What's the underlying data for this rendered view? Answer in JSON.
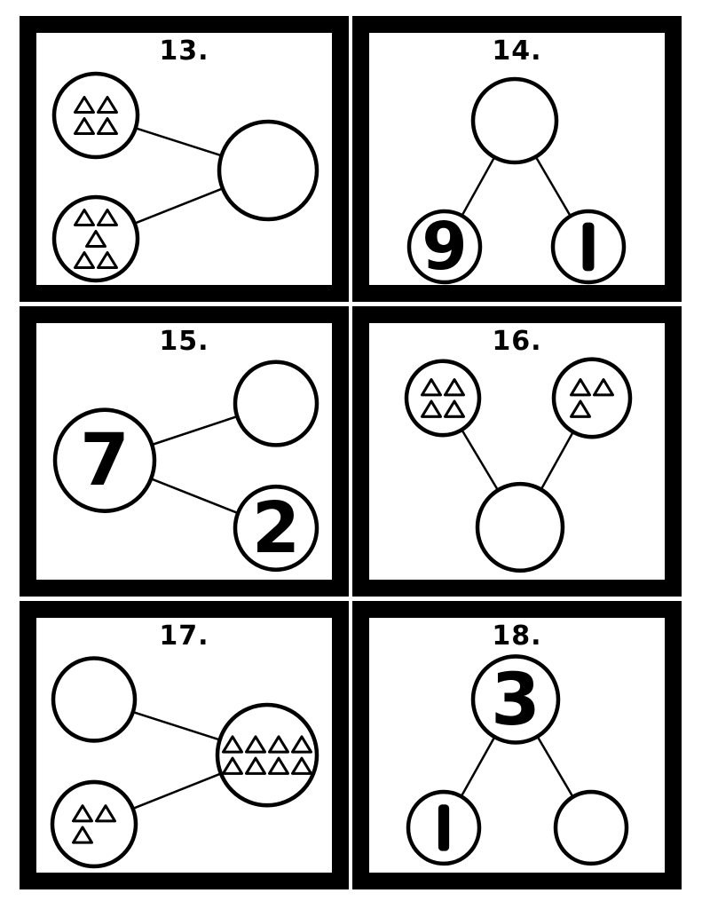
{
  "page": {
    "background_color": "#ffffff",
    "card_border_color": "#000000",
    "ink_color": "#000000",
    "description": "Number bond worksheet cards 13-18"
  },
  "cards": [
    {
      "number_label": "13.",
      "bond": {
        "nodes": [
          {
            "key": "a",
            "role": "part",
            "content": "triangles",
            "triangle_count": 4,
            "triangle_rows": [
              2,
              2
            ]
          },
          {
            "key": "b",
            "role": "part",
            "content": "triangles",
            "triangle_count": 5,
            "triangle_rows": [
              2,
              1,
              2
            ]
          },
          {
            "key": "c",
            "role": "whole",
            "content": "empty"
          }
        ],
        "links": [
          [
            "a",
            "c"
          ],
          [
            "b",
            "c"
          ]
        ]
      }
    },
    {
      "number_label": "14.",
      "bond": {
        "nodes": [
          {
            "key": "a",
            "role": "whole",
            "content": "empty"
          },
          {
            "key": "b",
            "role": "part",
            "content": "number",
            "value": "9"
          },
          {
            "key": "c",
            "role": "part",
            "content": "number",
            "value": "1"
          }
        ],
        "links": [
          [
            "a",
            "b"
          ],
          [
            "a",
            "c"
          ]
        ]
      }
    },
    {
      "number_label": "15.",
      "bond": {
        "nodes": [
          {
            "key": "a",
            "role": "whole",
            "content": "number",
            "value": "7"
          },
          {
            "key": "b",
            "role": "part",
            "content": "empty"
          },
          {
            "key": "c",
            "role": "part",
            "content": "number",
            "value": "2"
          }
        ],
        "links": [
          [
            "a",
            "b"
          ],
          [
            "a",
            "c"
          ]
        ]
      }
    },
    {
      "number_label": "16.",
      "bond": {
        "nodes": [
          {
            "key": "a",
            "role": "part",
            "content": "triangles",
            "triangle_count": 4,
            "triangle_rows": [
              2,
              2
            ]
          },
          {
            "key": "b",
            "role": "part",
            "content": "triangles",
            "triangle_count": 3,
            "triangle_rows": [
              2,
              1
            ]
          },
          {
            "key": "c",
            "role": "whole",
            "content": "empty"
          }
        ],
        "links": [
          [
            "a",
            "c"
          ],
          [
            "b",
            "c"
          ]
        ]
      }
    },
    {
      "number_label": "17.",
      "bond": {
        "nodes": [
          {
            "key": "a",
            "role": "part",
            "content": "empty"
          },
          {
            "key": "b",
            "role": "part",
            "content": "triangles",
            "triangle_count": 3,
            "triangle_rows": [
              2,
              1
            ]
          },
          {
            "key": "c",
            "role": "whole",
            "content": "triangles",
            "triangle_count": 8,
            "triangle_rows": [
              4,
              4
            ]
          }
        ],
        "links": [
          [
            "a",
            "c"
          ],
          [
            "b",
            "c"
          ]
        ]
      }
    },
    {
      "number_label": "18.",
      "bond": {
        "nodes": [
          {
            "key": "a",
            "role": "whole",
            "content": "number",
            "value": "3"
          },
          {
            "key": "b",
            "role": "part",
            "content": "number",
            "value": "1"
          },
          {
            "key": "c",
            "role": "part",
            "content": "empty"
          }
        ],
        "links": [
          [
            "a",
            "b"
          ],
          [
            "a",
            "c"
          ]
        ]
      }
    }
  ]
}
